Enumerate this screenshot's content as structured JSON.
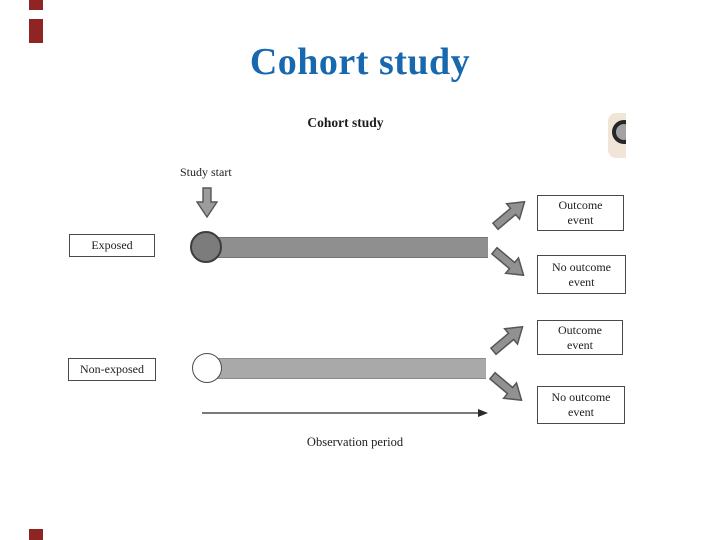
{
  "slide": {
    "title": "Cohort study",
    "title_color": "#1768ae",
    "accent_color": "#8e2424"
  },
  "figure": {
    "title": "Cohort study",
    "study_start_label": "Study start",
    "exposed_label": "Exposed",
    "non_exposed_label": "Non-exposed",
    "observation_label": "Observation period",
    "outcome_top": {
      "line1": "Outcome",
      "line2": "event"
    },
    "no_outcome_top": {
      "line1": "No outcome",
      "line2": "event"
    },
    "outcome_bottom": {
      "line1": "Outcome",
      "line2": "event"
    },
    "no_outcome_bottom": {
      "line1": "No outcome",
      "line2": "event"
    },
    "colors": {
      "exposed_bar": "#8f8f8f",
      "non_exposed_bar": "#a9a9a9",
      "exposed_marker": "#7c7c7c",
      "non_exposed_marker": "#ffffff",
      "arrow_fill": "#919191",
      "arrow_outline": "#565656"
    }
  }
}
